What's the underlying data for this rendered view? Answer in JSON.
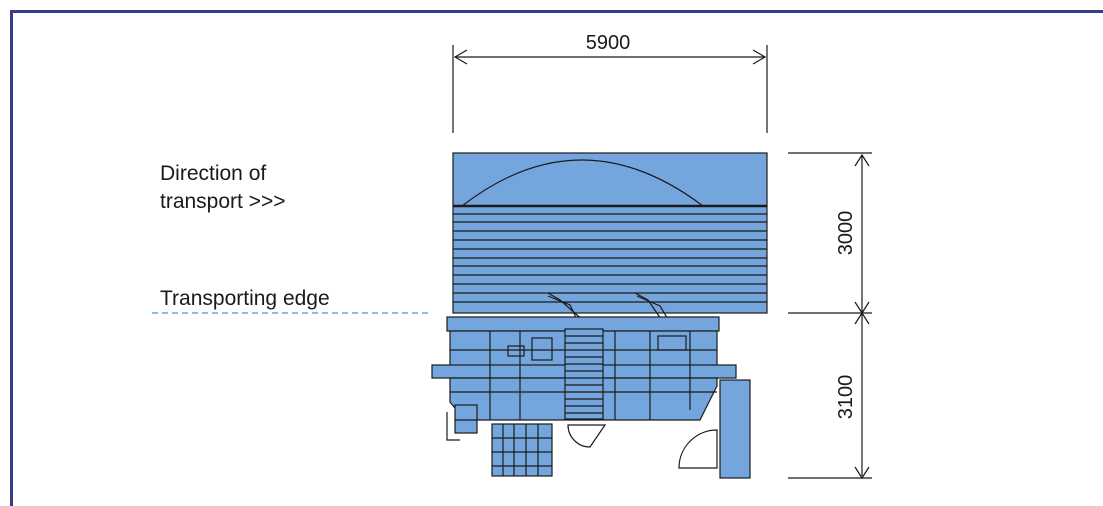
{
  "labels": {
    "width_dimension": "5900",
    "upper_height_dimension": "3000",
    "lower_height_dimension": "3100",
    "direction_line1": "Direction of",
    "direction_line2": "transport >>>",
    "transport_edge": "Transporting edge"
  },
  "colors": {
    "frame": "#3b3b8c",
    "machine_fill": "#74a6dd",
    "outline": "#1a1a1a",
    "edge_dashed_line": "#6aa3d8"
  }
}
